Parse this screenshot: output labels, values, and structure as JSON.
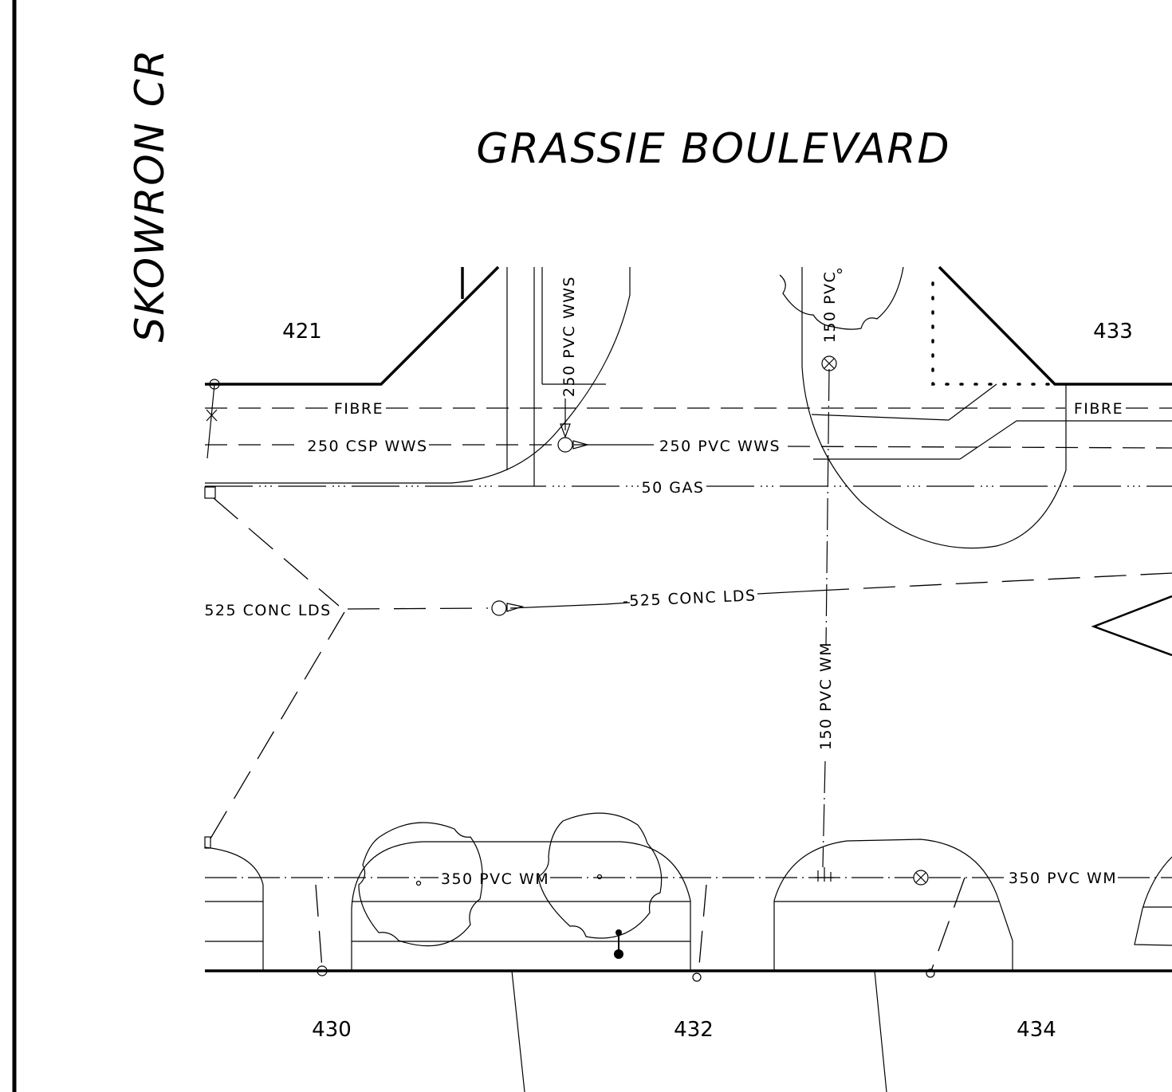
{
  "streets": {
    "main": "GRASSIE BOULEVARD",
    "side": "SKOWRON CR"
  },
  "lots": {
    "lot_421": "421",
    "lot_433": "433",
    "lot_430": "430",
    "lot_432": "432",
    "lot_434": "434"
  },
  "utilities": {
    "fibre_west": "FIBRE",
    "fibre_east": "FIBRE",
    "sewer_csp": "250 CSP WWS",
    "sewer_pvc": "250 PVC WWS",
    "sewer_pvc_vertical": "250 PVC WWS",
    "gas": "50 GAS",
    "lds_west": "525 CONC LDS",
    "lds_center": "-525 CONC LDS",
    "wm_150_top": "150 PVC",
    "wm_150_vertical": "150 PVC WM",
    "wm_350_west": "350 PVC WM",
    "wm_350_east": "350 PVC WM"
  }
}
